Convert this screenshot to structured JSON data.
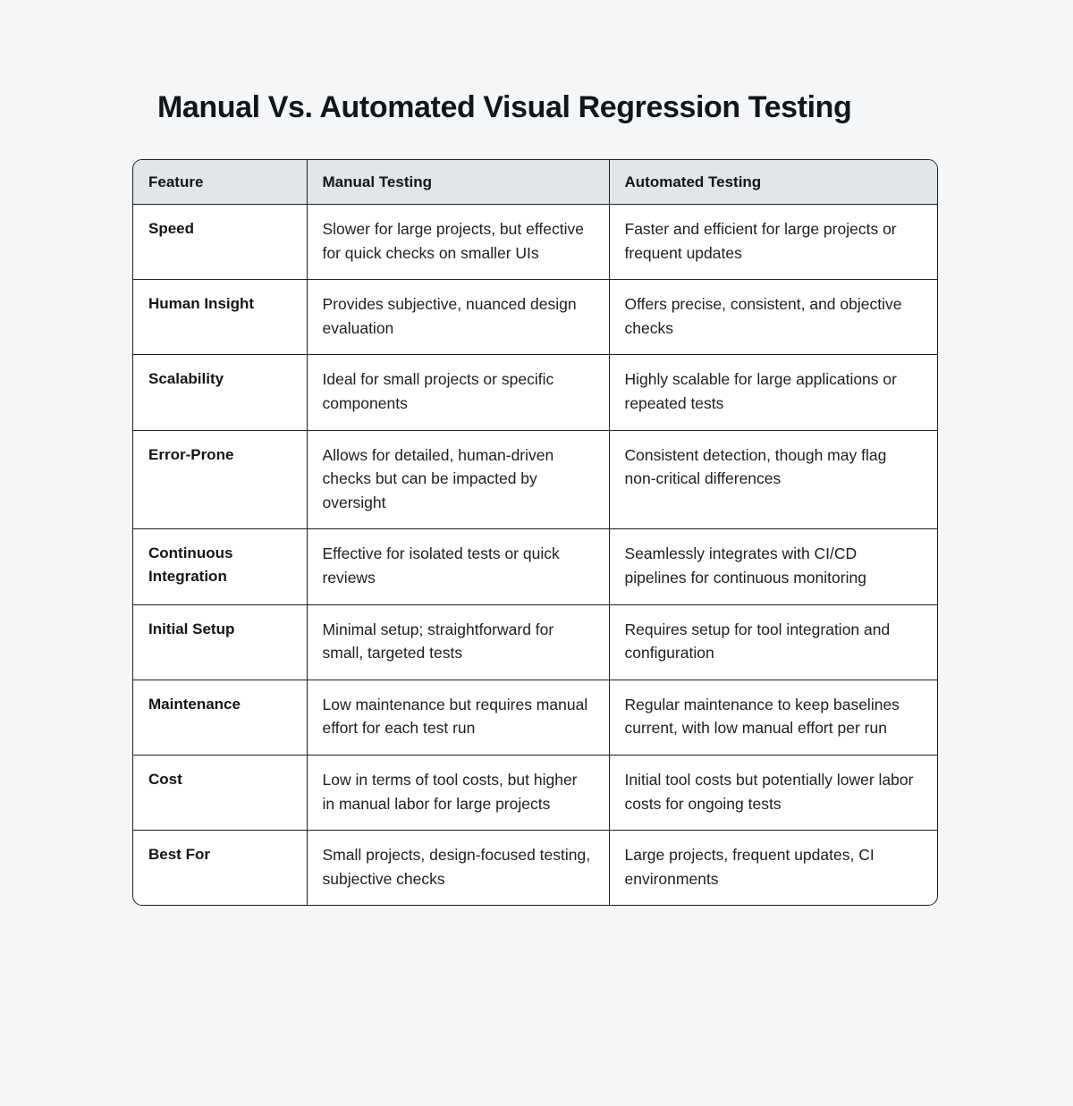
{
  "page": {
    "title": "Manual Vs. Automated Visual Regression Testing",
    "background_color": "#f4f6f8",
    "text_color": "#1c1f23",
    "header_background_color": "#e2e6e9",
    "border_color": "#1c1f23"
  },
  "table": {
    "columns": [
      {
        "key": "feature",
        "label": "Feature"
      },
      {
        "key": "manual",
        "label": "Manual Testing"
      },
      {
        "key": "automated",
        "label": "Automated Testing"
      }
    ],
    "rows": [
      {
        "feature": "Speed",
        "manual": "Slower for large projects, but effective for quick checks on smaller UIs",
        "automated": "Faster and efficient for large projects or frequent updates"
      },
      {
        "feature": "Human Insight",
        "manual": "Provides subjective, nuanced design evaluation",
        "automated": "Offers precise, consistent, and objective checks"
      },
      {
        "feature": "Scalability",
        "manual": "Ideal for small projects or specific components",
        "automated": "Highly scalable for large applications or repeated tests"
      },
      {
        "feature": "Error-Prone",
        "manual": "Allows for detailed, human-driven checks but can be impacted by oversight",
        "automated": "Consistent detection, though may flag non-critical differences"
      },
      {
        "feature": "Continuous Integration",
        "manual": "Effective for isolated tests or quick reviews",
        "automated": "Seamlessly integrates with CI/CD pipelines for continuous monitoring"
      },
      {
        "feature": "Initial Setup",
        "manual": "Minimal setup; straightforward for small, targeted tests",
        "automated": "Requires setup for tool integration and configuration"
      },
      {
        "feature": "Maintenance",
        "manual": "Low maintenance but requires manual effort for each test run",
        "automated": "Regular maintenance to keep baselines current, with low manual effort per run"
      },
      {
        "feature": "Cost",
        "manual": "Low in terms of tool costs, but higher in manual labor for large projects",
        "automated": "Initial tool costs but potentially lower labor costs for ongoing tests"
      },
      {
        "feature": "Best For",
        "manual": "Small projects, design-focused testing, subjective checks",
        "automated": "Large projects, frequent updates, CI environments"
      }
    ]
  }
}
